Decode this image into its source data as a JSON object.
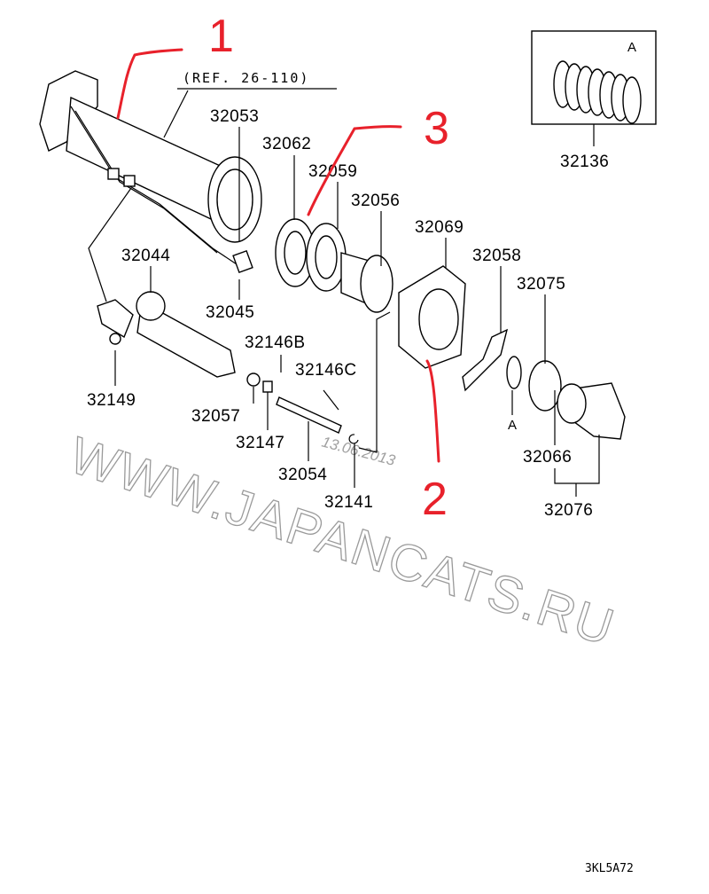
{
  "diagram": {
    "reference": "(REF. 26-110)",
    "part_numbers": {
      "p32053": "32053",
      "p32062": "32062",
      "p32059": "32059",
      "p32056": "32056",
      "p32069": "32069",
      "p32058": "32058",
      "p32075": "32075",
      "p32044": "32044",
      "p32045": "32045",
      "p32146B": "32146B",
      "p32146C": "32146C",
      "p32149": "32149",
      "p32057": "32057",
      "p32147": "32147",
      "p32054": "32054",
      "p32141": "32141",
      "p32066": "32066",
      "p32076": "32076",
      "p32136": "32136"
    },
    "detail_marker": "A",
    "detail_marker_main": "A",
    "diagram_code": "3KL5A72",
    "watermark": "WWW.JAPANCATS.RU",
    "watermark_date": "13.06.2013",
    "annotations": {
      "one": "1",
      "two": "2",
      "three": "3"
    },
    "annotation_color": "#e8212b"
  }
}
